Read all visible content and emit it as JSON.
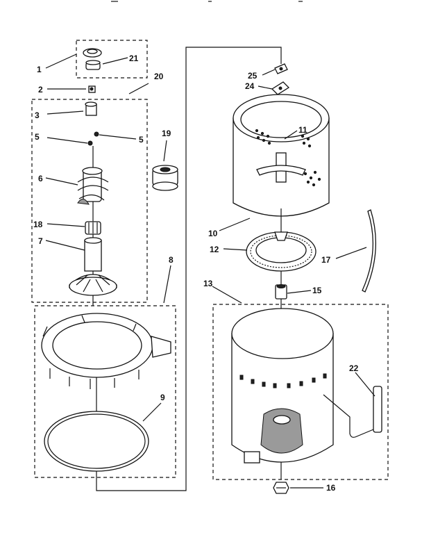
{
  "callouts": {
    "c1": "1",
    "c21": "21",
    "c2": "2",
    "c20": "20",
    "c3": "3",
    "c5a": "5",
    "c5b": "5",
    "c19": "19",
    "c6": "6",
    "c18": "18",
    "c7": "7",
    "c8": "8",
    "c9": "9",
    "c25": "25",
    "c24": "24",
    "c11": "11",
    "c10": "10",
    "c12": "12",
    "c17": "17",
    "c13": "13",
    "c15": "15",
    "c22": "22",
    "c16": "16"
  }
}
